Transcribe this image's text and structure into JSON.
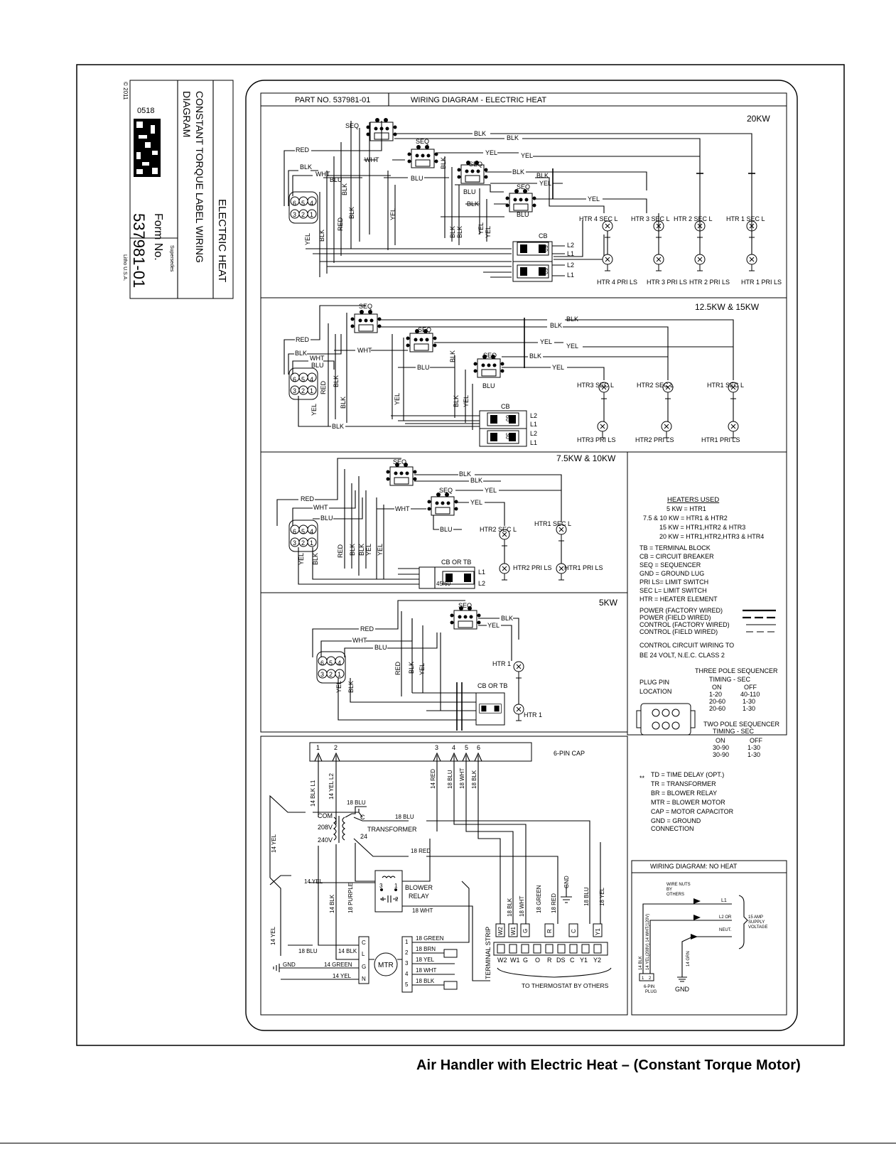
{
  "caption": "Air Handler with Electric Heat – (Constant Torque Motor)",
  "side_label": {
    "title": "ELECTRIC HEAT",
    "subtitle_line1": "CONSTANT TORQUE LABEL WIRING",
    "subtitle_line2": "DIAGRAM",
    "form_label": "Form No.",
    "form_number": "537981-01",
    "supersedes": "Supersedes",
    "code": "0518",
    "copyright": "© 2011",
    "litho": "Litho U.S.A."
  },
  "header": {
    "part_no": "PART NO. 537981-01",
    "title": "WIRING DIAGRAM - ELECTRIC HEAT"
  },
  "panels": {
    "p20": "20KW",
    "p15": "12.5KW & 15KW",
    "p10": "7.5KW & 10KW",
    "p5": "5KW"
  },
  "wire_labels": {
    "red": "RED",
    "blk": "BLK",
    "wht": "WHT",
    "blu": "BLU",
    "yel": "YEL",
    "seq": "SEQ",
    "cb": "CB",
    "cbtb": "CB OR TB",
    "l1": "L1",
    "l2": "L2"
  },
  "plug_pins": [
    "6",
    "5",
    "4",
    "3",
    "2",
    "1"
  ],
  "heaters_20": {
    "sec": [
      "HTR 4 SEC L",
      "HTR 3 SEC L",
      "HTR 2 SEC L",
      "HTR 1 SEC L"
    ],
    "pri": [
      "HTR 4 PRI LS",
      "HTR 3 PRI LS",
      "HTR 2 PRI LS",
      "HTR 1 PRI LS"
    ]
  },
  "heaters_15": {
    "sec": [
      "HTR3 SEC L",
      "HTR2 SEC L",
      "HTR1 SEC L"
    ],
    "pri": [
      "HTR3 PRI LS",
      "HTR2 PRI LS",
      "HTR1 PRI LS"
    ]
  },
  "heaters_10": {
    "sec": [
      "HTR2 SEC L",
      "HTR1 SEC L"
    ],
    "pri": [
      "HTR2 PRI LS",
      "HTR1 PRI LS"
    ]
  },
  "heaters_5": {
    "sec": "HTR 1",
    "pri": "HTR 1"
  },
  "breaker_ratings": {
    "r60": "60",
    "r30": "30",
    "r4560": "45/60"
  },
  "legend": {
    "heaters_used_title": "HEATERS USED",
    "heaters_used": [
      "5 KW = HTR1",
      "7.5 & 10 KW = HTR1 & HTR2",
      "15 KW = HTR1,HTR2 & HTR3",
      "20 KW = HTR1,HTR2,HTR3 & HTR4"
    ],
    "abbrev": [
      "TB = TERMINAL BLOCK",
      "CB = CIRCUIT BREAKER",
      "SEQ = SEQUENCER",
      "GND = GROUND LUG",
      "PRI LS= LIMIT SWITCH",
      "SEC L= LIMIT SWITCH",
      "HTR = HEATER ELEMENT"
    ],
    "lines": [
      "POWER (FACTORY WIRED)",
      "POWER (FIELD WIRED)",
      "CONTROL (FACTORY WIRED)",
      "CONTROL (FIELD WIRED)"
    ],
    "control_note": [
      "CONTROL CIRCUIT WIRING TO",
      "BE 24 VOLT, N.E.C. CLASS 2"
    ],
    "three_pole_title": "THREE POLE SEQUENCER",
    "three_pole_timing": "TIMING - SEC",
    "on": "ON",
    "off": "OFF",
    "three_pole_rows": [
      [
        "1-20",
        "40-110"
      ],
      [
        "20-60",
        "1-30"
      ],
      [
        "20-60",
        "1-30"
      ]
    ],
    "plug_pin_location": [
      "PLUG PIN",
      "LOCATION"
    ],
    "two_pole_title": "TWO POLE SEQUENCER",
    "two_pole_timing": "TIMING - SEC",
    "two_pole_rows": [
      [
        "30-90",
        "1-30"
      ],
      [
        "30-90",
        "1-30"
      ]
    ],
    "abbrev2": [
      "TD = TIME DELAY (OPT.)",
      "TR = TRANSFORMER",
      "BR = BLOWER RELAY",
      "MTR = BLOWER MOTOR",
      "CAP = MOTOR CAPACITOR",
      "GND = GROUND",
      "CONNECTION"
    ],
    "asterisks": "**"
  },
  "control": {
    "cap_label": "6-PIN CAP",
    "cap_pins": [
      "1",
      "2",
      "3",
      "4",
      "5",
      "6"
    ],
    "wires_v": [
      "14 BLK L1",
      "14 YEL L2",
      "14 RED",
      "18 BLU",
      "18 WHT",
      "18 BLK"
    ],
    "com": "COM",
    "v208": "208V",
    "v240": "240V",
    "c": "C",
    "v24": "24",
    "transformer": "TRANSFORMER",
    "blu18": "18 BLU",
    "blu18b": "18 BLU",
    "red18": "18 RED",
    "yel14": "14 YEL",
    "yel14b": "14 YEL",
    "yel14c": "14 YEL",
    "yel14d": "14 YEL",
    "blower_relay": [
      "BLOWER",
      "RELAY"
    ],
    "relay_pins": [
      "3",
      "1",
      "4",
      "2"
    ],
    "purple": "18 PURPLE",
    "blk14": "14 BLK",
    "wht18": "18 WHT",
    "blu18c": "18 BLU",
    "blk14b": "14 BLK",
    "green14": "14 GREEN",
    "gnd": "GND",
    "mtr": "MTR",
    "mtr_pins": [
      "C",
      "L",
      "G",
      "N"
    ],
    "speed_pins": [
      "1",
      "2",
      "3",
      "4",
      "5"
    ],
    "speed_wires": [
      "18 GREEN",
      "18 BRN",
      "18 YEL",
      "18 WHT",
      "18 BLK"
    ],
    "strip_label": "TERMINAL STRIP",
    "strip_terms": [
      "W2",
      "W1",
      "G",
      "O",
      "R",
      "DS",
      "C",
      "Y1",
      "Y2"
    ],
    "strip_tabs": [
      "W2",
      "W1",
      "G",
      "R",
      "C",
      "Y1"
    ],
    "strip_wires": [
      "18 BLK",
      "18 WHT",
      "18 GREEN",
      "18 RED",
      "GND",
      "18 BLU",
      "18 YEL"
    ],
    "thermostat": "TO THERMOSTAT BY OTHERS"
  },
  "no_heat": {
    "title": "WIRING DIAGRAM: NO HEAT",
    "wire_nuts": [
      "WIRE NUTS",
      "BY",
      "OTHERS"
    ],
    "l1": "L1",
    "l2": [
      "L2 OR",
      "NEUT."
    ],
    "supply": [
      "15 AMP",
      "SUPPLY",
      "VOLTAGE"
    ],
    "wires": [
      "14 BLK",
      "14 YEL(208V) 14 WHT(120V)",
      "14 GRN"
    ],
    "plug": [
      "6-PIN",
      "PLUG"
    ],
    "pins": [
      "1",
      "2"
    ],
    "gnd": "GND"
  }
}
